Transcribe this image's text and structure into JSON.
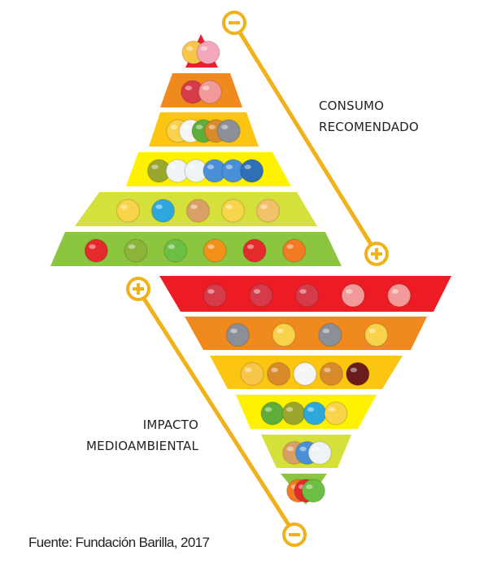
{
  "top_pyramid": {
    "label_line1": "CONSUMO",
    "label_line2": "RECOMENDADO",
    "scale_top_symbol": "minus",
    "scale_bottom_symbol": "plus",
    "tiers": [
      {
        "color": "#E8202A",
        "icons": [
          [
            "croissant",
            "#F7C548"
          ],
          [
            "cupcake",
            "#F4A7B9"
          ]
        ]
      },
      {
        "color": "#F08A1E",
        "icons": [
          [
            "steak",
            "#D63B4A"
          ],
          [
            "bacon",
            "#F29A9A"
          ]
        ]
      },
      {
        "color": "#FBC512",
        "icons": [
          [
            "cheese",
            "#F8D24A"
          ],
          [
            "egg",
            "#F5F5F5"
          ],
          [
            "peas",
            "#5FAE3C"
          ],
          [
            "chicken-leg",
            "#D98A2B"
          ],
          [
            "fish",
            "#8A8F98"
          ]
        ]
      },
      {
        "color": "#FFF200",
        "icons": [
          [
            "olive-oil",
            "#9AA62E"
          ],
          [
            "milk-bottle",
            "#EEF3F7"
          ],
          [
            "milk-bottle",
            "#EEF3F7"
          ],
          [
            "yogurt",
            "#4A90D9"
          ],
          [
            "yogurt",
            "#4A90D9"
          ],
          [
            "milk-carton",
            "#2E6FB5"
          ]
        ]
      },
      {
        "color": "#D6E03A",
        "icons": [
          [
            "pasta",
            "#F7D44A"
          ],
          [
            "rice-bowl",
            "#2EA8DC"
          ],
          [
            "bread-roll",
            "#D9A066"
          ],
          [
            "pasta",
            "#F7D44A"
          ],
          [
            "baguette",
            "#F2C26B"
          ]
        ]
      },
      {
        "color": "#8CC63F",
        "icons": [
          [
            "apple",
            "#E32B2B"
          ],
          [
            "avocado",
            "#8DB33A"
          ],
          [
            "lettuce",
            "#6DBE45"
          ],
          [
            "orange",
            "#F39019"
          ],
          [
            "tomato",
            "#E32B2B"
          ],
          [
            "carrot",
            "#F27A23"
          ]
        ]
      }
    ]
  },
  "bottom_pyramid": {
    "label_line1": "IMPACTO",
    "label_line2": "MEDIOAMBIENTAL",
    "scale_top_symbol": "plus",
    "scale_bottom_symbol": "minus",
    "tiers": [
      {
        "color": "#ED1C24",
        "icons": [
          [
            "steak",
            "#D63B4A"
          ],
          [
            "steak",
            "#D63B4A"
          ],
          [
            "steak",
            "#D63B4A"
          ],
          [
            "bacon",
            "#F29A9A"
          ],
          [
            "bacon",
            "#F29A9A"
          ]
        ]
      },
      {
        "color": "#F08A1E",
        "icons": [
          [
            "fish",
            "#8A8F98"
          ],
          [
            "cheese",
            "#F8D24A"
          ],
          [
            "fish",
            "#8A8F98"
          ],
          [
            "cheese",
            "#F8D24A"
          ]
        ]
      },
      {
        "color": "#FBC512",
        "icons": [
          [
            "croissant",
            "#F7C548"
          ],
          [
            "chicken-leg",
            "#D98A2B"
          ],
          [
            "egg",
            "#F5F5F5"
          ],
          [
            "chicken-leg",
            "#D98A2B"
          ],
          [
            "cola-bottle",
            "#6B1B1B"
          ]
        ]
      },
      {
        "color": "#FFF200",
        "icons": [
          [
            "peas",
            "#5FAE3C"
          ],
          [
            "olive-oil",
            "#9AA62E"
          ],
          [
            "rice-bowl",
            "#2EA8DC"
          ],
          [
            "pasta",
            "#F7D44A"
          ]
        ]
      },
      {
        "color": "#D6E03A",
        "icons": [
          [
            "bread-roll",
            "#D9A066"
          ],
          [
            "yogurt",
            "#4A90D9"
          ],
          [
            "milk-bottle",
            "#EEF3F7"
          ]
        ]
      },
      {
        "color": "#8CC63F",
        "icons": [
          [
            "carrot",
            "#F27A23"
          ],
          [
            "tomato",
            "#E32B2B"
          ],
          [
            "lettuce",
            "#6DBE45"
          ]
        ]
      }
    ]
  },
  "scale_color": "#F0B21A",
  "source": "Fuente: Fundación Barilla, 2017"
}
